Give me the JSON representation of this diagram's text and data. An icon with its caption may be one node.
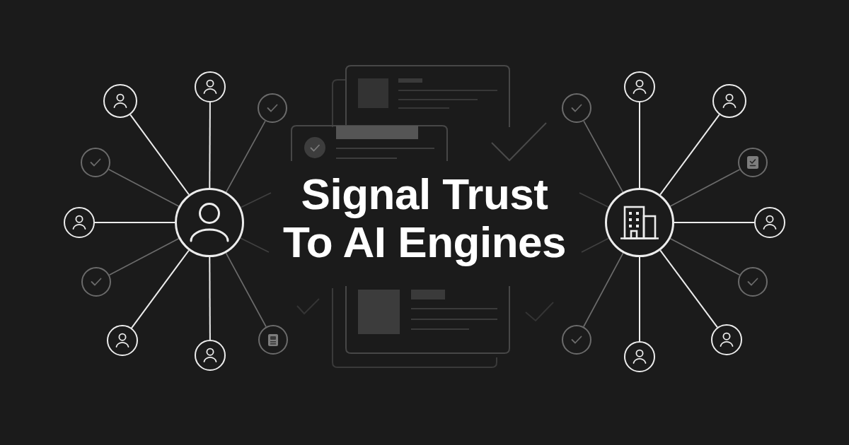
{
  "diagram": {
    "title": "Signal Trust To AI Engines",
    "nodes": [
      {
        "text": [],
        "shape": "circle"
      },
      {
        "text": [],
        "shape": "circle"
      },
      {
        "text": [],
        "shape": "circle"
      },
      {
        "text": [],
        "shape": "circle"
      },
      {
        "text": [],
        "shape": "circle"
      },
      {
        "text": [],
        "shape": "circle"
      },
      {
        "text": [],
        "shape": "circle"
      },
      {
        "text": [],
        "shape": "circle"
      },
      {
        "text": [],
        "shape": "circle"
      },
      {
        "text": [],
        "shape": "circle"
      },
      {
        "text": [],
        "shape": "circle"
      },
      {
        "text": [],
        "shape": "circle"
      },
      {
        "text": [],
        "shape": "circle"
      },
      {
        "text": [],
        "shape": "circle"
      },
      {
        "text": [],
        "shape": "circle"
      },
      {
        "text": [],
        "shape": "circle"
      },
      {
        "text": [],
        "shape": "circle"
      },
      {
        "text": [],
        "shape": "circle"
      },
      {
        "text": [],
        "shape": "circle"
      },
      {
        "text": [],
        "shape": "circle"
      }
    ],
    "edges": [
      {
        "from": 0,
        "to": 1,
        "arrow": "none"
      },
      {
        "from": 0,
        "to": 2,
        "arrow": "none"
      },
      {
        "from": 0,
        "to": 3,
        "arrow": "none",
        "color": "#6b6b6b"
      },
      {
        "from": 0,
        "to": 4,
        "arrow": "none",
        "color": "#6b6b6b"
      },
      {
        "from": 0,
        "to": 5,
        "arrow": "none"
      },
      {
        "from": 0,
        "to": 6,
        "arrow": "none",
        "color": "#6b6b6b"
      },
      {
        "from": 0,
        "to": 7,
        "arrow": "none"
      },
      {
        "from": 0,
        "to": 8,
        "arrow": "none"
      },
      {
        "from": 0,
        "to": 9,
        "arrow": "none",
        "color": "#6b6b6b"
      },
      {
        "from": 10,
        "to": 11,
        "arrow": "none",
        "color": "#6b6b6b"
      },
      {
        "from": 10,
        "to": 12,
        "arrow": "none"
      },
      {
        "from": 10,
        "to": 13,
        "arrow": "none"
      },
      {
        "from": 10,
        "to": 14,
        "arrow": "none",
        "color": "#6b6b6b"
      },
      {
        "from": 10,
        "to": 15,
        "arrow": "none"
      },
      {
        "from": 10,
        "to": 16,
        "arrow": "none",
        "color": "#6b6b6b"
      },
      {
        "from": 10,
        "to": 17,
        "arrow": "none"
      },
      {
        "from": 10,
        "to": 18,
        "arrow": "none"
      },
      {
        "from": 10,
        "to": 19,
        "arrow": "none",
        "color": "#6b6b6b"
      },
      {
        "from": 0,
        "to": null,
        "arrow": "none",
        "color": "#404040"
      },
      {
        "from": 0,
        "to": null,
        "arrow": "none",
        "color": "#404040"
      },
      {
        "from": 10,
        "to": null,
        "arrow": "none",
        "color": "#404040"
      },
      {
        "from": 10,
        "to": null,
        "arrow": "none",
        "color": "#404040"
      }
    ]
  }
}
